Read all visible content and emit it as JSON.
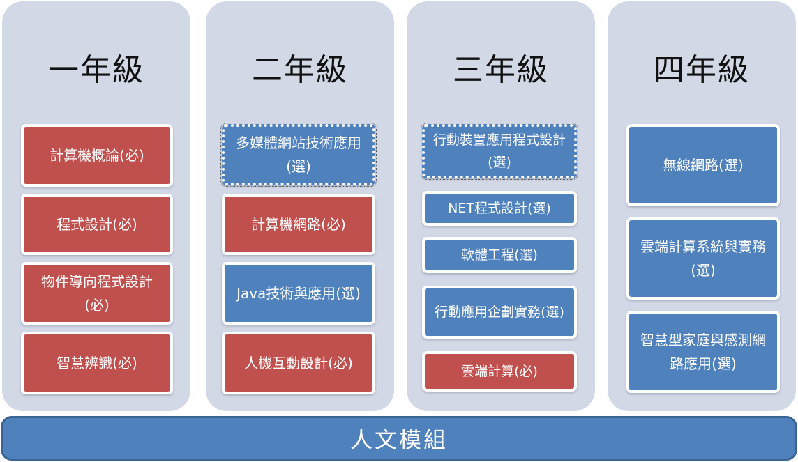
{
  "years": [
    {
      "title": "一年級",
      "courses": [
        "計算機概論(必)",
        "程式設計(必)",
        "物件導向程式設計(必)",
        "智慧辨識(必)"
      ]
    },
    {
      "title": "二年級",
      "courses": [
        "多媒體網站技術應用(選)",
        "計算機網路(必)",
        "Java技術與應用(選)",
        "人機互動設計(必)"
      ]
    },
    {
      "title": "三年級",
      "courses": [
        "行動裝置應用程式設計(選)",
        "NET程式設計(選)",
        "軟體工程(選)",
        "行動應用企劃實務(選)",
        "雲端計算(必)"
      ]
    },
    {
      "title": "四年級",
      "courses": [
        "無線網路(選)",
        "雲端計算系統與實務(選)",
        "智慧型家庭與感測網路應用(選)"
      ]
    }
  ],
  "module": "人文模組",
  "colors": {
    "required": "#c0504d",
    "elective": "#4f81bd",
    "column_bg": "#d2d8e6"
  }
}
